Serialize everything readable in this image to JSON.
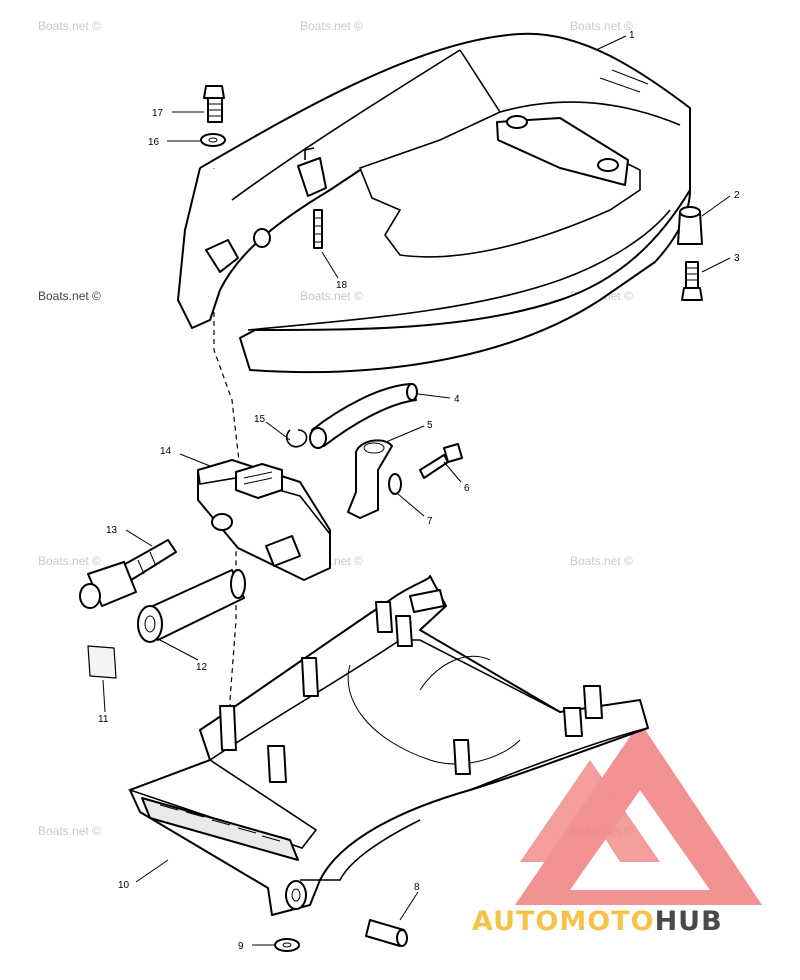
{
  "watermark": "Boats.net ©",
  "brand": {
    "prefix": "AUTOMOTO",
    "suffix": "HUB",
    "colors": {
      "triangle": "#f08080",
      "prefix": "#f5c24a",
      "suffix": "#4a4a4a"
    }
  },
  "callouts": {
    "c1": "1",
    "c2": "2",
    "c3": "3",
    "c4": "4",
    "c5": "5",
    "c6": "6",
    "c7": "7",
    "c8": "8",
    "c9": "9",
    "c10": "10",
    "c11": "11",
    "c12": "12",
    "c13": "13",
    "c14": "14",
    "c15": "15",
    "c16": "16",
    "c17": "17",
    "c18": "18"
  }
}
